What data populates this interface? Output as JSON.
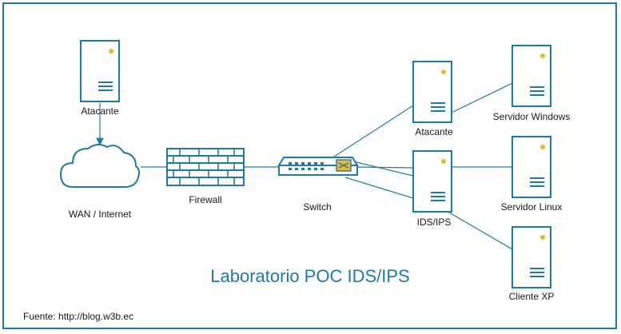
{
  "title": "Laboratorio POC IDS/IPS",
  "source": "Fuente: http://blog.w3b.ec",
  "nodes": {
    "atacante_wan": "Atacante",
    "wan": "WAN / Internet",
    "firewall": "Firewall",
    "switch": "Switch",
    "atacante_lan": "Atacante",
    "ids": "IDS/IPS",
    "srv_windows": "Servidor Windows",
    "srv_linux": "Servidor Linux",
    "cliente_xp": "Cliente XP"
  },
  "colors": {
    "accent": "#1e7aa8",
    "led": "#f0b429",
    "text": "#1a1a1a"
  }
}
